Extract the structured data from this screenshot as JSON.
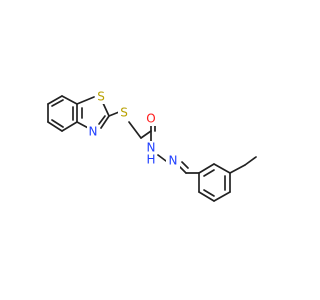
{
  "diagram": {
    "type": "chemical-structure",
    "atoms": {
      "sulfur_ring": "S",
      "nitrogen_ring": "N",
      "sulfur_linker": "S",
      "oxygen": "O",
      "nitrogen_h": "N",
      "hydrogen": "H",
      "nitrogen_imine": "N"
    },
    "colors": {
      "bond": "#222222",
      "sulfur": "#b8a000",
      "nitrogen": "#1f3fff",
      "oxygen": "#ff1a1a",
      "background": "#ffffff"
    }
  }
}
